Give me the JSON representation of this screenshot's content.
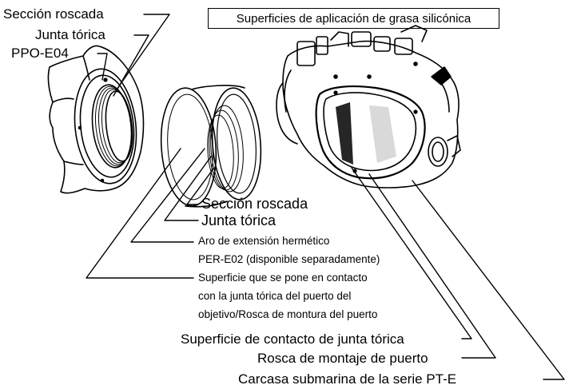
{
  "title_box": "Superficies de aplicación de grasa silicónica",
  "labels": {
    "threaded_top": "Sección roscada",
    "oring_top": "Junta tórica",
    "ppo": "PPO-E04",
    "threaded_mid": "Sección roscada",
    "oring_mid": "Junta tórica",
    "ring_line1": "Aro de extensión hermético",
    "ring_line2": "PER-E02 (disponible separadamente)",
    "contact_line1": "Superficie que se pone en contacto",
    "contact_line2": "con la junta tórica del puerto del",
    "contact_line3": "objetivo/Rosca de montura del puerto",
    "oring_contact": "Superficie de contacto de junta tórica",
    "port_thread": "Rosca de montaje de puerto",
    "housing": "Carcasa submarina de la serie PT-E"
  }
}
